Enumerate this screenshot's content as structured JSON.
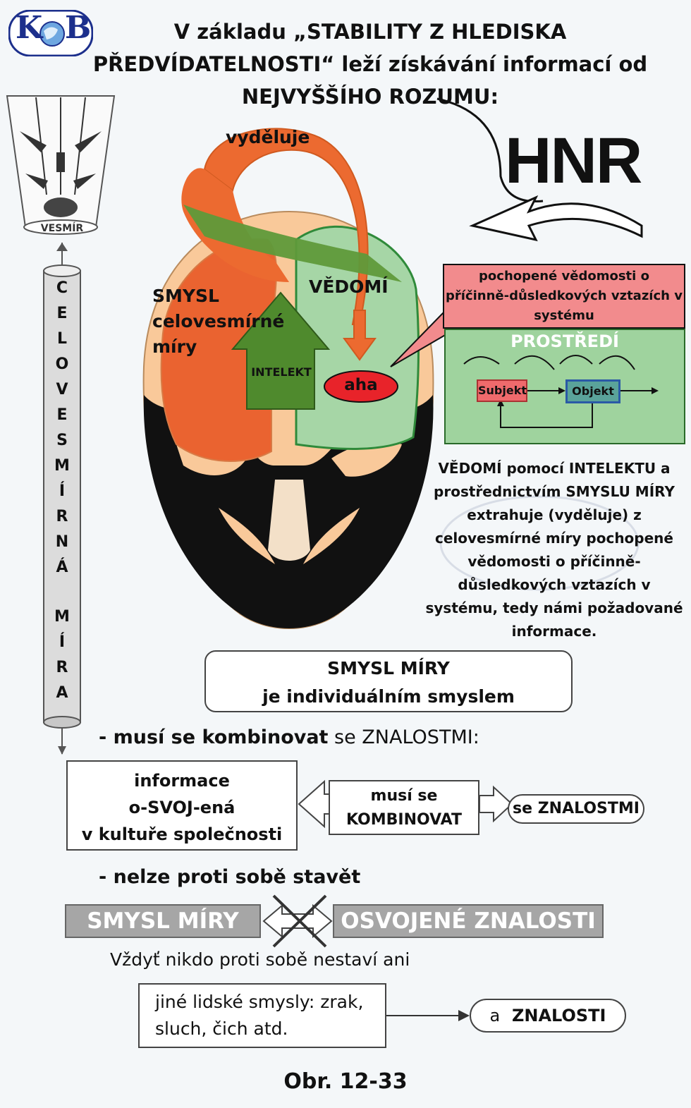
{
  "logo": {
    "text": "K•B"
  },
  "title": {
    "line1": "V základu „STABILITY Z HLEDISKA",
    "line2": "PŘEDVÍDATELNOSTI“ leží získávání informací od",
    "line3": "NEJVYŠŠÍHO ROZUMU:"
  },
  "hnr": "HNR",
  "universe_label": "VESMÍR",
  "vertical_bar": [
    "C",
    "E",
    "L",
    "O",
    "V",
    "E",
    "S",
    "M",
    "Í",
    "R",
    "N",
    "Á",
    "",
    "M",
    "Í",
    "R",
    "A"
  ],
  "head": {
    "vydeluje": "vyděluje",
    "smysl_line1": "SMYSL",
    "smysl_line2": "celovesmírné",
    "smysl_line3": "míry",
    "vedomi": "VĚDOMÍ",
    "intelekt": "INTELEKT",
    "aha": "aha"
  },
  "callout": {
    "line1": "pochopené vědomosti o",
    "line2": "příčinně-důsledkových vztazích  v",
    "line3": "systému"
  },
  "environment": {
    "title": "PROSTŘEDÍ",
    "subject": "Subjekt",
    "object": "Objekt"
  },
  "explanation": [
    "VĚDOMÍ  pomocí INTELEKTU a",
    "prostřednictvím SMYSLU MÍRY",
    "extrahuje (vyděluje) z",
    "celovesmírné míry pochopené",
    "vědomosti o příčinně-",
    "důsledkových vztazích  v",
    "systému, tedy námi požadované",
    "informace."
  ],
  "smysl_box": {
    "line1": "SMYSL MÍRY",
    "line2": "je individuálním smyslem"
  },
  "combine": {
    "prefix": "- musí se kombinovat",
    "suffix": " se ZNALOSTMI:"
  },
  "info_box": {
    "line1": "informace",
    "line2": "o-SVOJ-ená",
    "line3": "v kultuře společnosti"
  },
  "must_box": {
    "line1": "musí se",
    "line2": "KOMBINOVAT"
  },
  "knowledge_box": "se ZNALOSTMI",
  "not_against": "- nelze proti sobě stavět",
  "gray_left": "SMYSL MÍRY",
  "gray_right": "OSVOJENÉ ZNALOSTI",
  "nobody": "Vždyť nikdo proti sobě nestaví ani",
  "senses_box": {
    "line1": "jiné lidské smysly: zrak,",
    "line2": "sluch, čich atd."
  },
  "a_knowledge": {
    "a": "a",
    "word": "ZNALOSTI"
  },
  "caption": "Obr. 12-33"
}
